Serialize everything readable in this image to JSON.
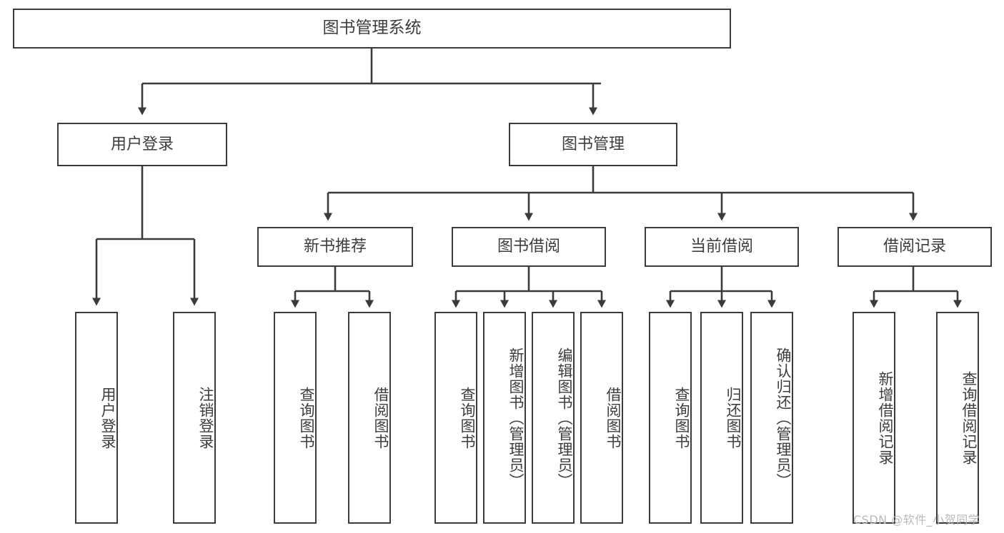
{
  "diagram": {
    "type": "tree-hierarchy",
    "title": "图书管理系统",
    "orientation": "top-down",
    "style": {
      "box_fill": "#ffffff",
      "box_stroke": "#3b3b3b",
      "text_color": "#3d3d3d",
      "line_color": "#3b3b3b",
      "canvas": "#ffffff"
    },
    "root": {
      "label": "图书管理系统"
    },
    "level1": [
      {
        "label": "用户登录"
      },
      {
        "label": "图书管理"
      }
    ],
    "level2": [
      {
        "label": "新书推荐"
      },
      {
        "label": "图书借阅"
      },
      {
        "label": "当前借阅"
      },
      {
        "label": "借阅记录"
      }
    ],
    "leaves": {
      "user_login": [
        {
          "label": "用户登录"
        },
        {
          "label": "注销登录"
        }
      ],
      "new_book_recommend": [
        {
          "label": "查询图书"
        },
        {
          "label": "借阅图书"
        }
      ],
      "book_borrow": [
        {
          "label": "查询图书"
        },
        {
          "label": "新增图书（管理员）"
        },
        {
          "label": "编辑图书（管理员）"
        },
        {
          "label": "借阅图书"
        }
      ],
      "current_borrow": [
        {
          "label": "查询图书"
        },
        {
          "label": "归还图书"
        },
        {
          "label": "确认归还（管理员）"
        }
      ],
      "borrow_record": [
        {
          "label": "新增借阅记录"
        },
        {
          "label": "查询借阅记录"
        }
      ]
    }
  },
  "watermark": {
    "text": "CSDN @软件_小贺同学"
  }
}
